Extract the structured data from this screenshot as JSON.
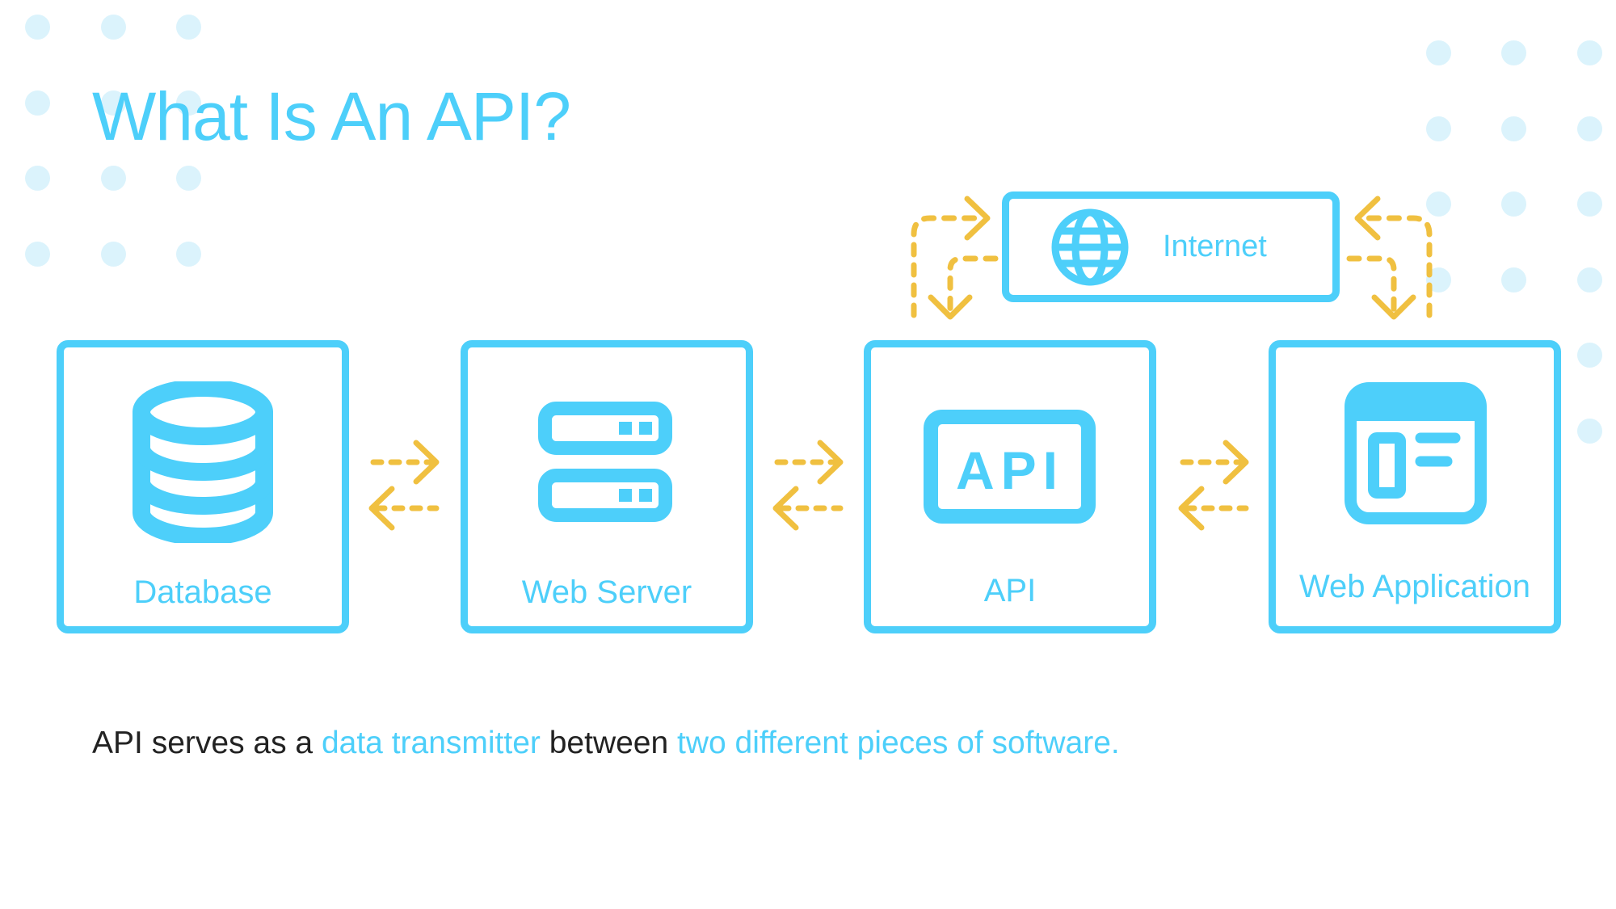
{
  "slide": {
    "title": "What Is An API?",
    "colors": {
      "accent": "#4DCFFA",
      "arrow": "#F0C040",
      "dots": "#DBF3FC",
      "body_text": "#222222"
    }
  },
  "diagram": {
    "nodes": [
      {
        "id": "database",
        "label": "Database",
        "icon": "database-icon"
      },
      {
        "id": "web-server",
        "label": "Web Server",
        "icon": "server-icon"
      },
      {
        "id": "api",
        "label": "API",
        "icon": "api-icon",
        "icon_text": "API"
      },
      {
        "id": "web-application",
        "label": "Web Application",
        "icon": "browser-window-icon"
      }
    ],
    "internet": {
      "label": "Internet",
      "icon": "globe-icon"
    },
    "connections": [
      {
        "from": "database",
        "to": "web-server",
        "type": "bidirectional-dashed"
      },
      {
        "from": "web-server",
        "to": "api",
        "type": "bidirectional-dashed"
      },
      {
        "from": "api",
        "to": "web-application",
        "type": "bidirectional-dashed"
      },
      {
        "from": "api",
        "to": "internet",
        "type": "bidirectional-dashed-loop"
      },
      {
        "from": "internet",
        "to": "web-application",
        "type": "bidirectional-dashed-loop"
      }
    ]
  },
  "caption": {
    "part1": "API serves as a ",
    "highlight1": "data transmitter",
    "part2": " between ",
    "highlight2": "two different pieces of software."
  }
}
